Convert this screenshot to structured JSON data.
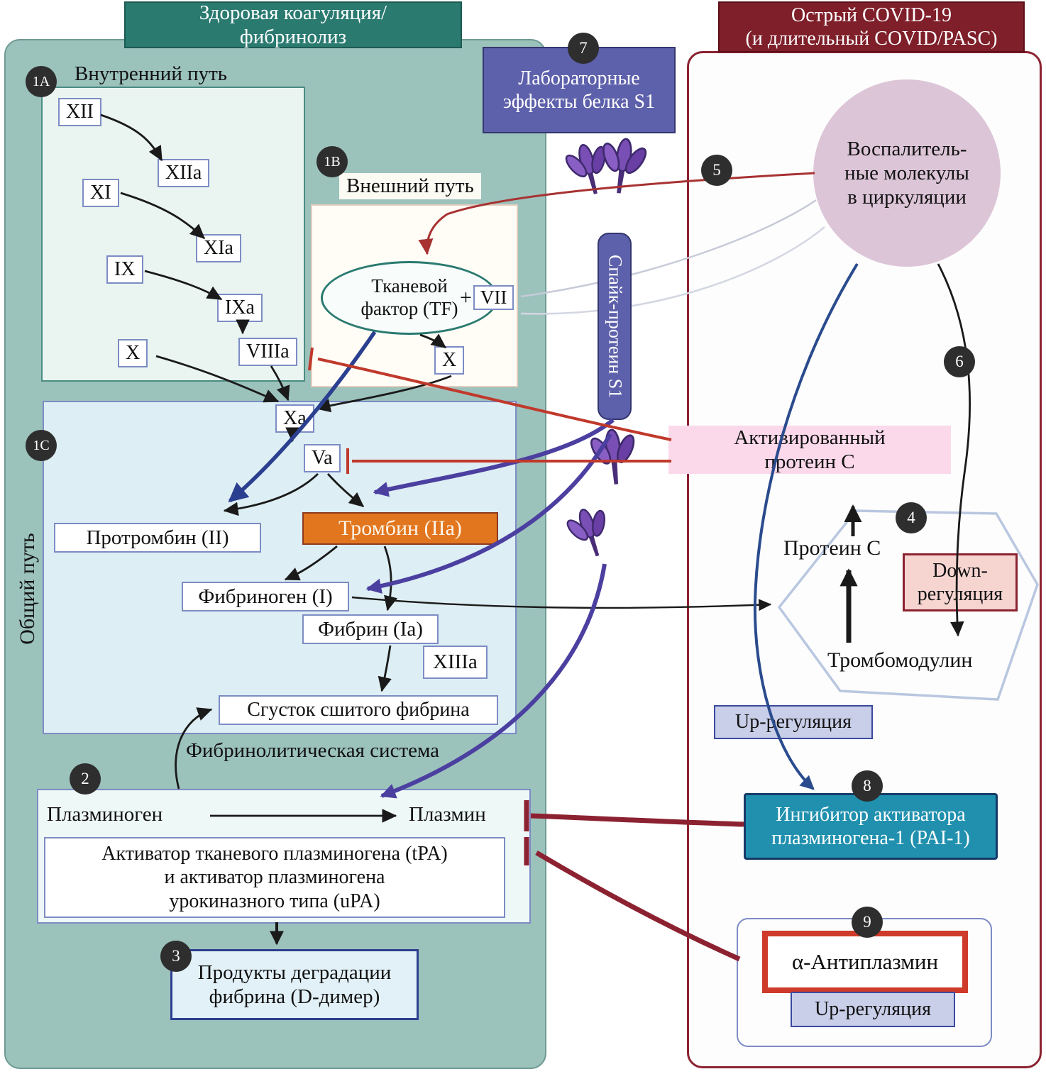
{
  "colors": {
    "teal_header": "#2a7a70",
    "left_bg": "#9cc2bc",
    "dark_red": "#7e1f2a",
    "purple": "#5d60aa",
    "orange": "#e2761f",
    "pai_teal": "#2090ae"
  },
  "left": {
    "header": "Здоровая коагуляция/\nфибринолиз",
    "intrinsic_title": "Внутренний путь",
    "extrinsic_title": "Внешний путь",
    "common_title": "Общий путь",
    "nodes": {
      "xii": "XII",
      "xiia": "XIIa",
      "xi": "XI",
      "xia": "XIa",
      "ix": "IX",
      "ixa": "IXa",
      "x": "X",
      "viiia": "VIIIa",
      "xa": "Xa",
      "va": "Va",
      "x2": "X",
      "plus": "+",
      "vii": "VII",
      "xiiia": "XIIIa"
    },
    "tissue_factor": "Тканевой\nфактор (TF)",
    "prothrombin": "Протромбин (II)",
    "thrombin": "Тромбин (IIa)",
    "fibrinogen": "Фибриноген (I)",
    "fibrin": "Фибрин (Ia)",
    "clot": "Сгусток сшитого фибрина",
    "fibrinolytic_title": "Фибринолитическая система",
    "plasminogen": "Плазминоген",
    "plasmin": "Плазмин",
    "activators": "Активатор тканевого плазминогена (tPA)\nи активатор плазминогена\nурокиназного типа (uPA)",
    "degradation": "Продукты деградации\nфибрина (D-димер)"
  },
  "middle": {
    "lab_effects": "Лабораторные\nэффекты белка S1",
    "spike": "Спайк-протеин S1"
  },
  "right": {
    "header": "Острый COVID-19\n(и длительный COVID/PASC)",
    "inflammatory": "Воспалитель-\nные молекулы\nв циркуляции",
    "apc": "Активированный\nпротеин C",
    "protein_c": "Протеин C",
    "down_reg": "Down-\nрегуляция",
    "thrombomodulin": "Тромбомодулин",
    "up_reg": "Up-регуляция",
    "pai1": "Ингибитор активатора\nплазминогена-1 (PAI-1)",
    "antiplasmin": "α-Антиплазмин",
    "up_reg2": "Up-регуляция"
  },
  "badges": {
    "b1a": "1A",
    "b1b": "1B",
    "b1c": "1C",
    "b2": "2",
    "b3": "3",
    "b4": "4",
    "b5": "5",
    "b6": "6",
    "b7": "7",
    "b8": "8",
    "b9": "9"
  }
}
